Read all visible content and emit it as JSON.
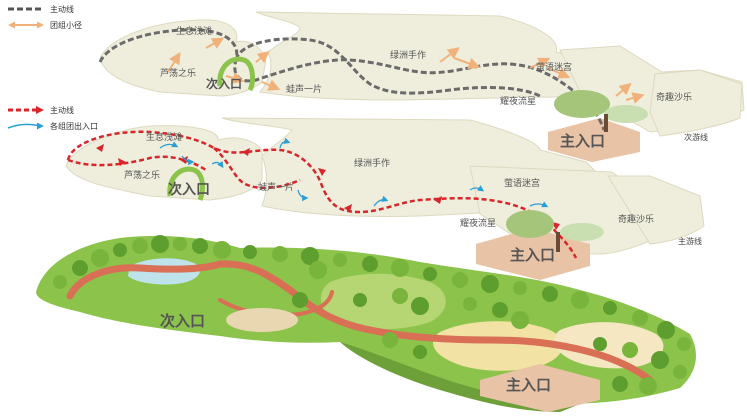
{
  "legend_top": {
    "main_route": "主动线",
    "group_path": "团组小径"
  },
  "legend_mid": {
    "main_route": "主动线",
    "group_access": "各组团出入口"
  },
  "zones": {
    "wetland": "生息浅滩",
    "reed": "芦荡之乐",
    "frog": "蛙声一片",
    "oasis": "绿洲手作",
    "maze": "萤语迷宫",
    "stars": "耀夜流星",
    "sand": "奇趣沙乐"
  },
  "gates": {
    "main": "主入口",
    "secondary": "次入口"
  },
  "routes": {
    "secondary": "次游线",
    "main": "主游线"
  },
  "colors": {
    "plate": "#efeedd",
    "plate_edge": "#d9d8c2",
    "grey_route": "#6b6b6b",
    "red_route": "#d9262a",
    "arrow_orange": "#f0b27a",
    "arrow_blue": "#2a9fd6",
    "entrance_pad": "#e8c3a6",
    "grass": "#8cc34b",
    "tree": "#5e9e2e",
    "path": "#d96f55"
  }
}
